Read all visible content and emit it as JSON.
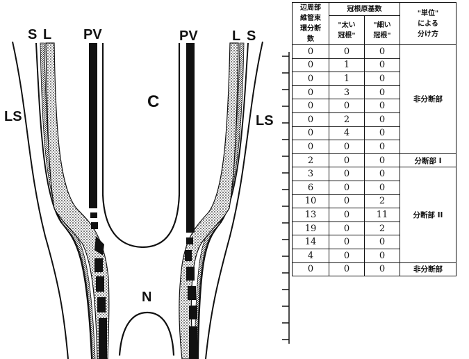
{
  "labels": {
    "s_left": "S",
    "l_left": "L",
    "pv_left": "PV",
    "pv_right": "PV",
    "l_right": "L",
    "s_right": "S",
    "ls_left": "LS",
    "ls_right": "LS",
    "c": "C",
    "n": "N"
  },
  "table": {
    "headers": {
      "col1_line1": "辺周部",
      "col1_line2": "維管束",
      "col1_line3": "環分断",
      "col1_line4": "数",
      "col2_group": "冠根原基数",
      "col2a_line1": "\"太い",
      "col2a_line2": "冠根\"",
      "col2b_line1": "\"細い",
      "col2b_line2": "冠根\"",
      "col3_line1": "\"単位\"",
      "col3_line2": "による",
      "col3_line3": "分け方"
    },
    "rows": [
      [
        "0",
        "0",
        "0"
      ],
      [
        "0",
        "1",
        "0"
      ],
      [
        "0",
        "1",
        "0"
      ],
      [
        "0",
        "3",
        "0"
      ],
      [
        "0",
        "0",
        "0"
      ],
      [
        "0",
        "2",
        "0"
      ],
      [
        "0",
        "4",
        "0"
      ],
      [
        "0",
        "0",
        "0"
      ],
      [
        "2",
        "0",
        "0"
      ],
      [
        "3",
        "0",
        "0"
      ],
      [
        "6",
        "0",
        "0"
      ],
      [
        "10",
        "0",
        "2"
      ],
      [
        "13",
        "0",
        "11"
      ],
      [
        "19",
        "0",
        "2"
      ],
      [
        "14",
        "0",
        "0"
      ],
      [
        "4",
        "0",
        "0"
      ],
      [
        "0",
        "0",
        "0"
      ]
    ],
    "units": [
      "非分断部",
      "分断部 I",
      "分断部 II",
      "非分断部"
    ]
  }
}
